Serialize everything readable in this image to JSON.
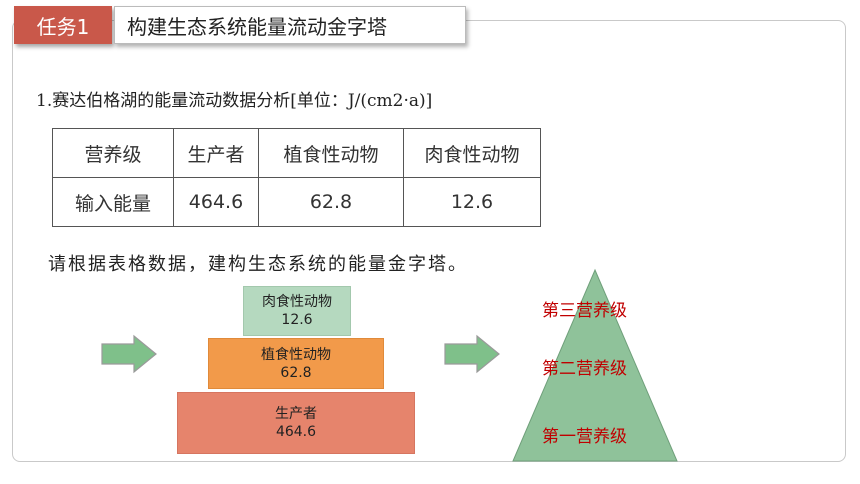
{
  "header": {
    "task_badge": "任务1",
    "task_title": "构建生态系统能量流动金字塔"
  },
  "subtitle": "1.赛达伯格湖的能量流动数据分析[单位：J/(cm2·a)]",
  "table": {
    "header": [
      "营养级",
      "生产者",
      "植食性动物",
      "肉食性动物"
    ],
    "row": [
      "输入能量",
      "464.6",
      "62.8",
      "12.6"
    ]
  },
  "prompt": "请根据表格数据，建构生态系统的能量金字塔。",
  "energy_pyramid": {
    "top": {
      "name": "肉食性动物",
      "value": "12.6"
    },
    "middle": {
      "name": "植食性动物",
      "value": "62.8"
    },
    "bottom": {
      "name": "生产者",
      "value": "464.6"
    }
  },
  "level_pyramid": {
    "levels": [
      "第三营养级",
      "第二营养级",
      "第一营养级"
    ]
  },
  "colors": {
    "badge": "#c9584a",
    "top_block": "#b5d9bf",
    "middle_block": "#f29a4a",
    "bottom_block": "#e6846c",
    "triangle": "#8fc29a",
    "arrow": "#7fc08a",
    "level_text": "#c00000"
  }
}
